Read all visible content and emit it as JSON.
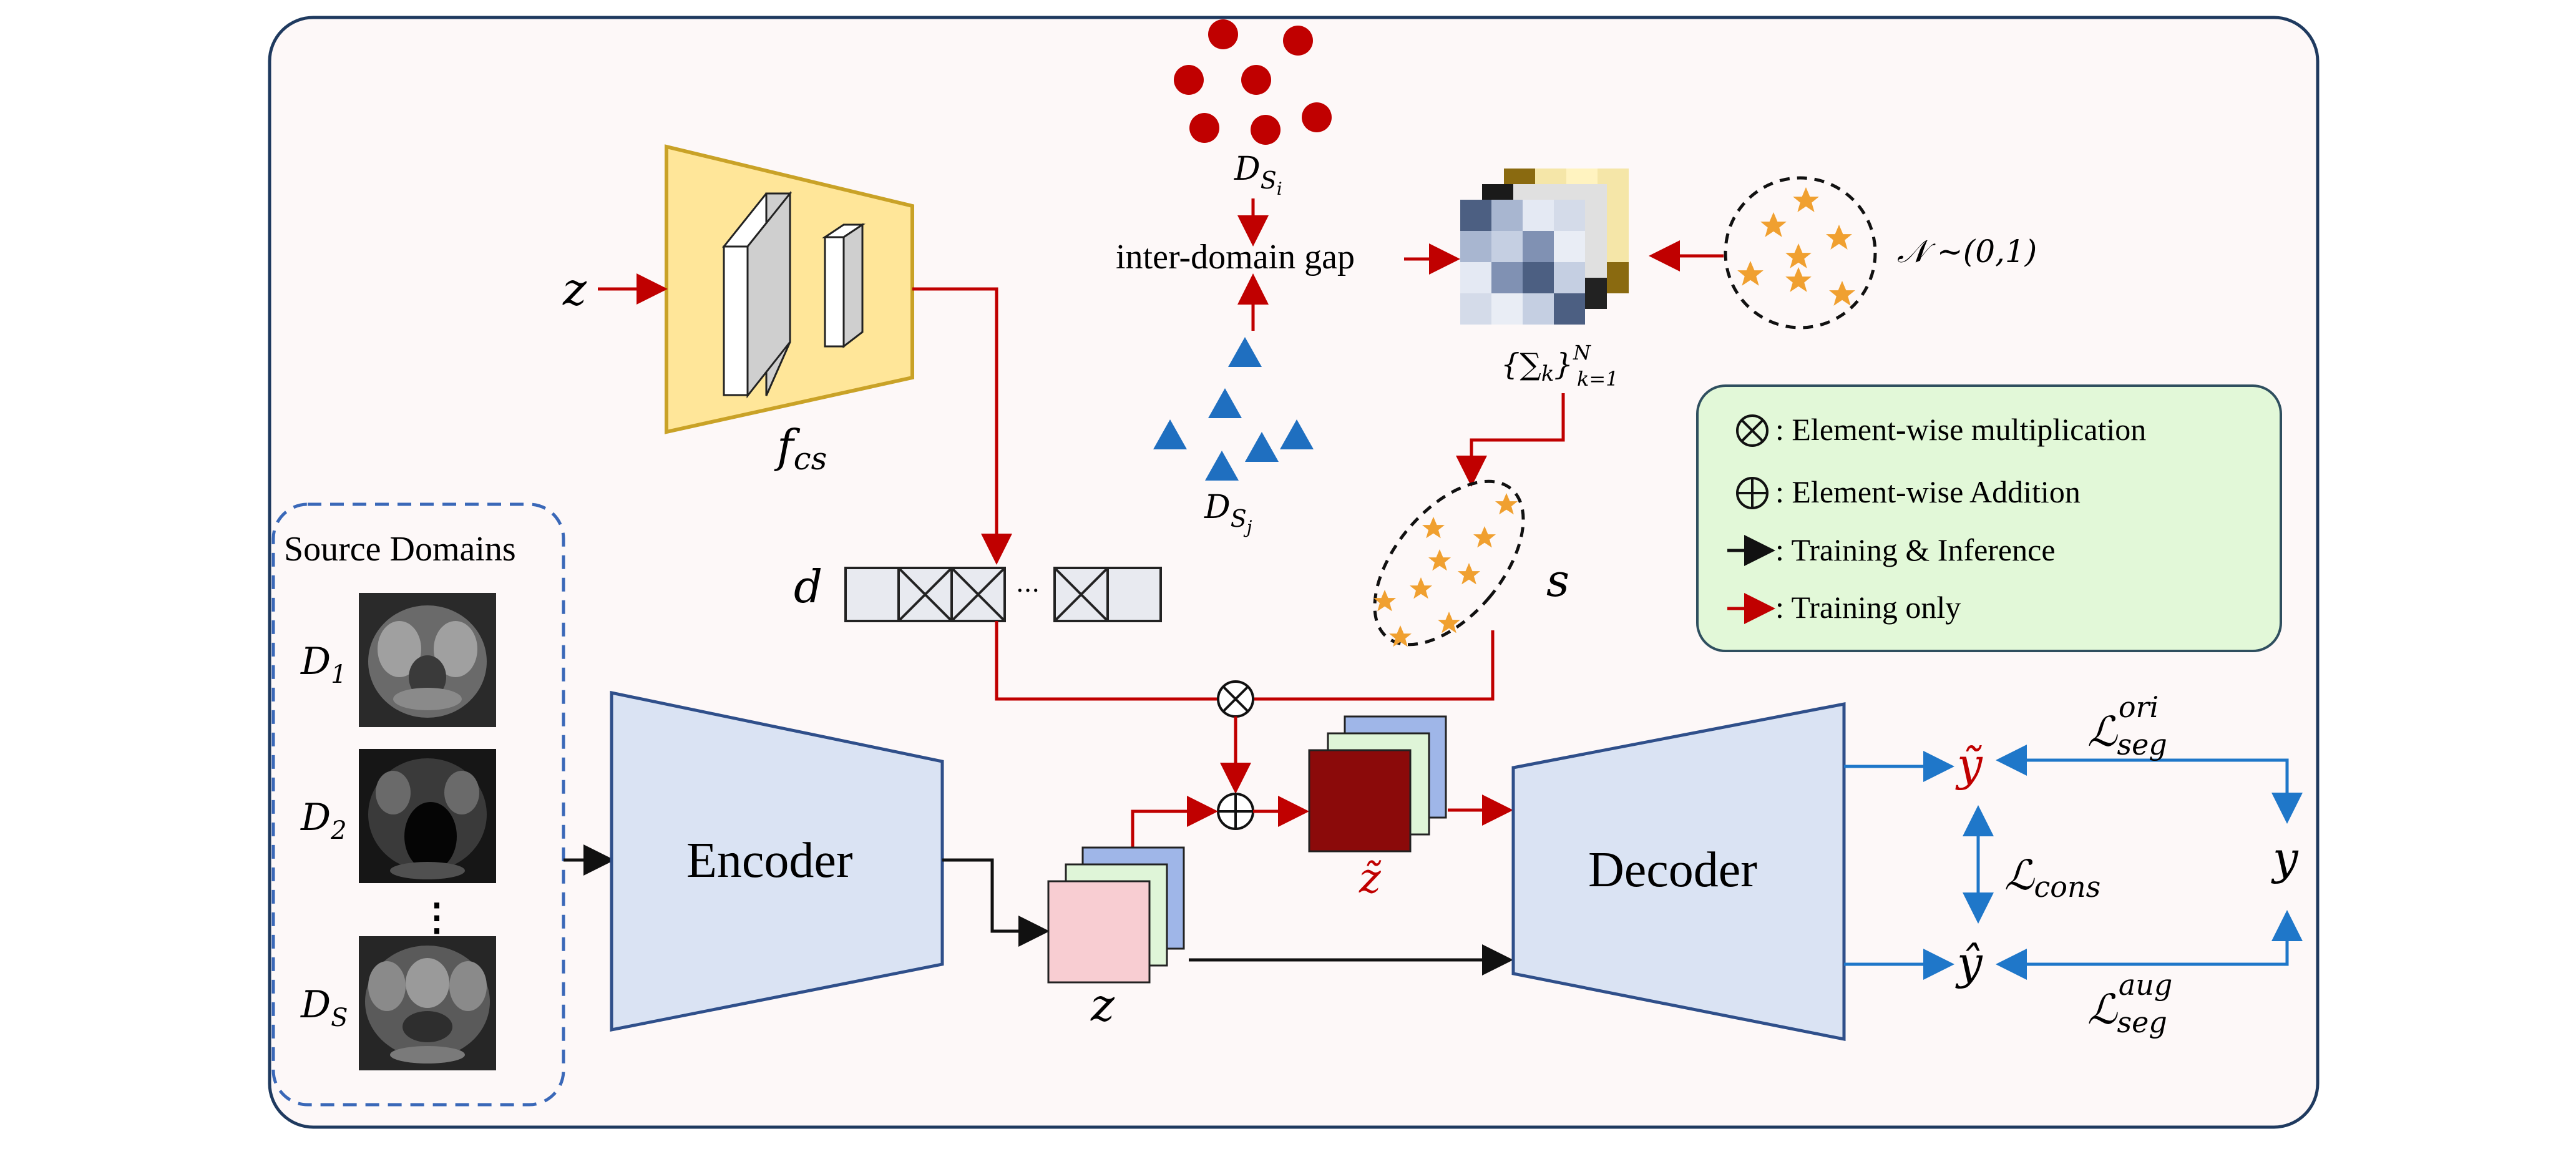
{
  "colors": {
    "frame_border": "#1f3a5f",
    "frame_fill": "#fdf8f8",
    "red_arrow": "#c00000",
    "black_arrow": "#111111",
    "blue_arrow": "#1f77c9",
    "fcs_fill": "#ffe699",
    "fcs_border": "#c9a227",
    "encoder_fill": "#dae3f3",
    "encoder_border": "#2f4f8a",
    "legend_fill": "#e2f8d8",
    "dot_red": "#c00000",
    "triangle_blue": "#1f6fc0",
    "star_orange": "#f0a030",
    "z_tilde_fill": "#8b0a0a",
    "z_front": "#f8cdd2",
    "z_mid": "#dff5d8",
    "z_back": "#9fb6e8"
  },
  "labels": {
    "z_input": "z",
    "f_cs": "f",
    "f_cs_sub": "cs",
    "d": "d",
    "ellipsis_dots": "···",
    "s": "s",
    "D_Si": "D",
    "D_Si_sub": "S",
    "D_Si_subsub": "i",
    "D_Sj": "D",
    "D_Sj_sub": "S",
    "D_Sj_subsub": "j",
    "inter_domain_gap": "inter-domain gap",
    "sigma_set": "{∑",
    "sigma_sub": "k",
    "sigma_close": "}",
    "sigma_sup": "N",
    "sigma_range": "k=1",
    "normal": "𝒩 ~(0,1)",
    "source_domains": "Source Domains",
    "D1": "D",
    "D1_sub": "1",
    "D2": "D",
    "D2_sub": "2",
    "DS": "D",
    "DS_sub": "S",
    "vdots": "⋮",
    "encoder": "Encoder",
    "decoder": "Decoder",
    "z_feat": "z",
    "z_tilde": "z̃",
    "y_tilde": "ỹ",
    "y_hat": "ŷ",
    "y": "y",
    "L_seg_ori": "ℒ",
    "L_seg_ori_sub": "seg",
    "L_seg_ori_sup": "ori",
    "L_cons": "ℒ",
    "L_cons_sub": "cons",
    "L_seg_aug": "ℒ",
    "L_seg_aug_sub": "seg",
    "L_seg_aug_sup": "aug",
    "otimes": "⊗",
    "oplus": "⊕"
  },
  "legend": {
    "items": [
      {
        "symbol": "⊗",
        "text": ": Element-wise multiplication"
      },
      {
        "symbol": "⊕",
        "text": ": Element-wise Addition"
      },
      {
        "symbol": "→",
        "text": ": Training & Inference"
      },
      {
        "symbol": "→",
        "text": ": Training only"
      }
    ]
  }
}
